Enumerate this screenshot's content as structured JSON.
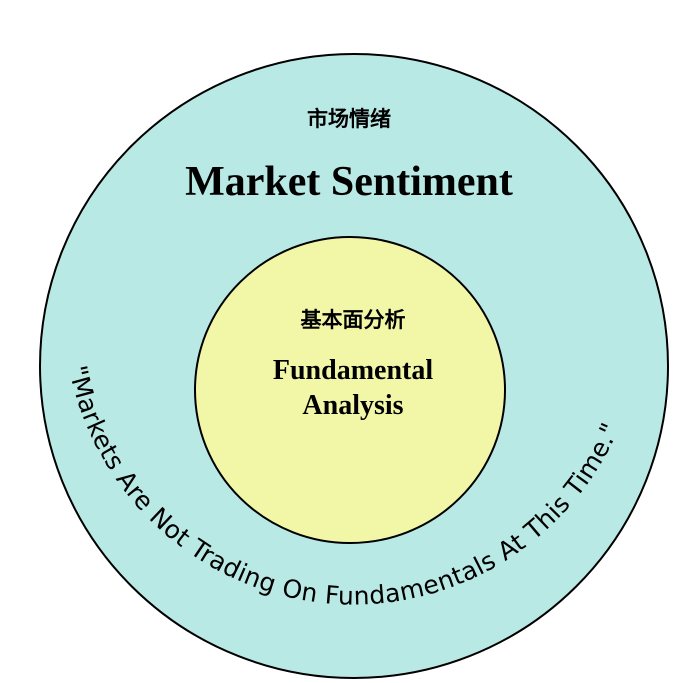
{
  "outer": {
    "label_cn": "市场情绪",
    "label_en": "Market Sentiment",
    "fill": "#b9e9e5",
    "stroke": "#000000"
  },
  "inner": {
    "label_cn": "基本面分析",
    "label_en_line1": "Fundamental",
    "label_en_line2": "Analysis",
    "fill": "#f2f7a8",
    "stroke": "#000000"
  },
  "quote": {
    "text": "\"Markets Are Not Trading On Fundamentals At This Time.\"",
    "color": "#000000"
  }
}
